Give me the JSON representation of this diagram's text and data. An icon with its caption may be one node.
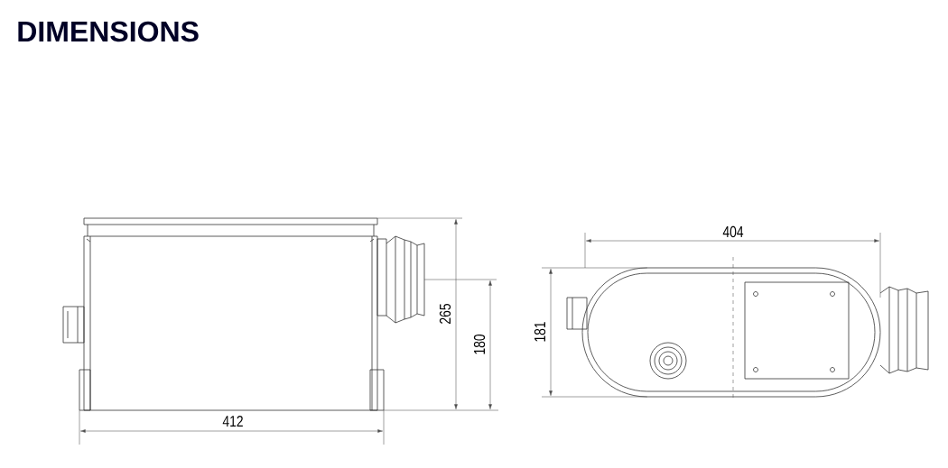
{
  "diagram": {
    "title": "DIMENSIONS",
    "labels": [
      "404",
      "265",
      "181",
      "180",
      "412"
    ]
  }
}
